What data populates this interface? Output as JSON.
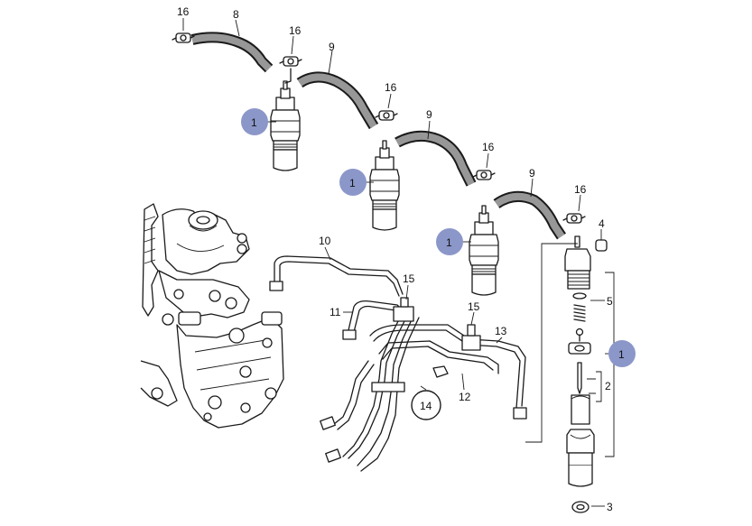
{
  "labels": {
    "l16a": "16",
    "l8": "8",
    "l16b": "16",
    "l9a": "9",
    "l16c": "16",
    "l9b": "9",
    "l16d": "16",
    "l9c": "9",
    "l16e": "16",
    "l4": "4",
    "l1a": "1",
    "l1b": "1",
    "l1c": "1",
    "l1d": "1",
    "l10": "10",
    "l15a": "15",
    "l11": "11",
    "l15b": "15",
    "l13": "13",
    "l12": "12",
    "l14": "14",
    "l5": "5",
    "l2": "2",
    "l3": "3"
  },
  "colors": {
    "callout_badge": "#8b97c9",
    "line": "#1a1a1a",
    "background": "#ffffff"
  }
}
